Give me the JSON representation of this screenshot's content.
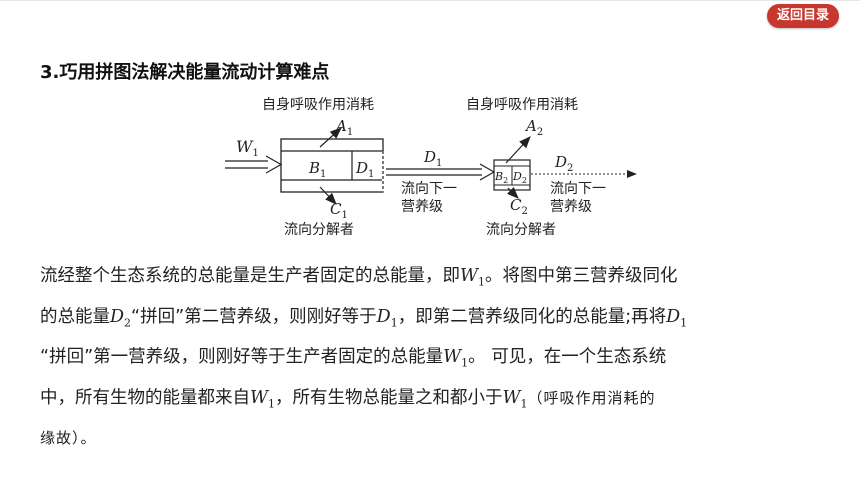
{
  "header": {
    "back_label": "返回目录"
  },
  "section": {
    "title": "3.巧用拼图法解决能量流动计算难点"
  },
  "diagram": {
    "top_label_1": "自身呼吸作用消耗",
    "top_label_2": "自身呼吸作用消耗",
    "W": "W",
    "W_sub": "1",
    "A1": "A",
    "A1_sub": "1",
    "B1": "B",
    "B1_sub": "1",
    "D1": "D",
    "D1_sub": "1",
    "C1": "C",
    "C1_sub": "1",
    "arrow_D1": "D",
    "arrow_D1_sub": "1",
    "flow_next_1a": "流向下一",
    "flow_next_1b": "营养级",
    "decomp_1": "流向分解者",
    "A2": "A",
    "A2_sub": "2",
    "B2": "B",
    "B2_sub": "2",
    "D2in": "D",
    "D2in_sub": "2",
    "C2": "C",
    "C2_sub": "2",
    "arrow_D2": "D",
    "arrow_D2_sub": "2",
    "flow_next_2a": "流向下一",
    "flow_next_2b": "营养级",
    "decomp_2": "流向分解者"
  },
  "paragraph": {
    "l1a": "流经整个生态系统的总能量是生产者固定的总能量，即",
    "l1v": "W",
    "l1vs": "1",
    "l1b": "。将图中第三营养级同化",
    "l2a": "的总能量",
    "l2v": "D",
    "l2vs": "2",
    "l2b": "“拼回”第二营养级，则刚好等于",
    "l2v2": "D",
    "l2v2s": "1",
    "l2c": "，即第二营养级同化的总能量;再将",
    "l2v3": "D",
    "l2v3s": "1",
    "l3a": "“拼回”第一营养级，则刚好等于生产者固定的总能量",
    "l3v": "W",
    "l3vs": "1",
    "l3b": "。 可见，在一个生态系统",
    "l4a": "中，所有生物的能量都来自",
    "l4v": "W",
    "l4vs": "1",
    "l4b": "，所有生物总能量之和都小于",
    "l4v2": "W",
    "l4v2s": "1",
    "l4c": "（呼吸作用消耗的",
    "l5a": "缘故）。"
  }
}
